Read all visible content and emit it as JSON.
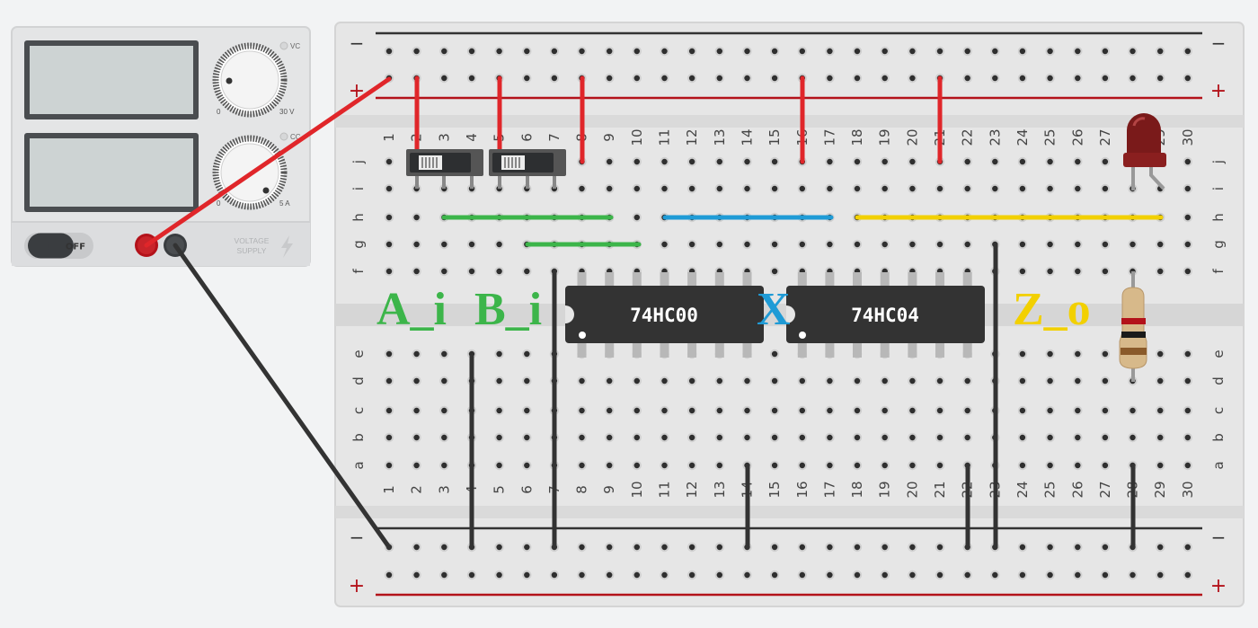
{
  "power_supply": {
    "voltage_knob": {
      "label_min": "0",
      "label_max": "30 V",
      "indicator": "VC"
    },
    "current_knob": {
      "label_min": "0",
      "label_max": "5 A",
      "indicator": "CC"
    },
    "power_switch": {
      "label": "OFF",
      "state": "off"
    },
    "brand_line1": "VOLTAGE",
    "brand_line2": "SUPPLY",
    "brand_icon": "lightning-bolt-icon"
  },
  "breadboard": {
    "columns": [
      "1",
      "2",
      "3",
      "4",
      "5",
      "6",
      "7",
      "8",
      "9",
      "10",
      "11",
      "12",
      "13",
      "14",
      "15",
      "16",
      "17",
      "18",
      "19",
      "20",
      "21",
      "22",
      "23",
      "24",
      "25",
      "26",
      "27",
      "28",
      "29",
      "30"
    ],
    "top_rows": [
      "j",
      "i",
      "h",
      "g",
      "f"
    ],
    "bottom_rows": [
      "e",
      "d",
      "c",
      "b",
      "a"
    ],
    "rail_minus": "−",
    "rail_plus": "+"
  },
  "components": {
    "chip1": {
      "label": "74HC00"
    },
    "chip2": {
      "label": "74HC04"
    },
    "led": {
      "color": "#7a1a1a"
    },
    "resistor": {
      "bands": [
        "#b3121a",
        "#1a1a1a",
        "#8a5a2a"
      ]
    }
  },
  "annotations": [
    {
      "text": "A_i",
      "color": "#3cb54a"
    },
    {
      "text": "B_i",
      "color": "#3cb54a"
    },
    {
      "text": "X",
      "color": "#1f9bd6"
    },
    {
      "text": "Z_o",
      "color": "#f2d000"
    }
  ],
  "colors": {
    "wire_red": "#e0262a",
    "wire_black": "#333333",
    "wire_green": "#3cb54a",
    "wire_blue": "#1f9bd6",
    "wire_yellow": "#f2d000",
    "rail_red": "#b3121a"
  }
}
